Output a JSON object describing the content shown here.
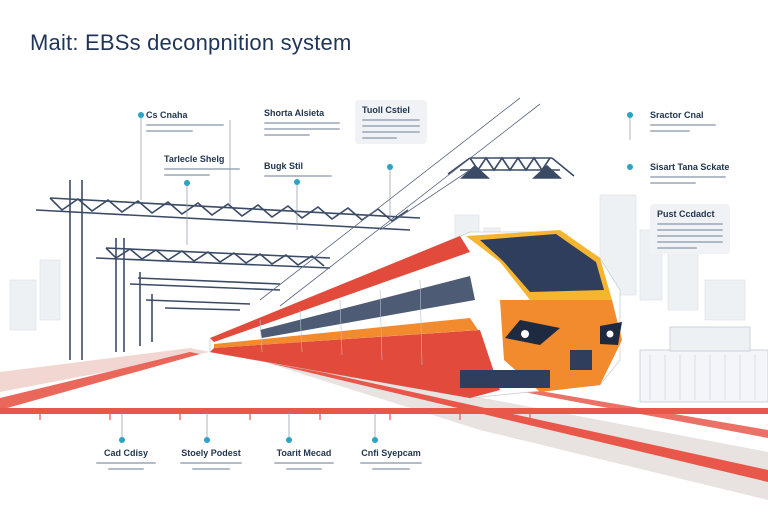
{
  "title": "Mait: EBSs deconpnition system",
  "callouts_top": [
    {
      "id": "c1",
      "head": "Cs Cnaha"
    },
    {
      "id": "c2",
      "head": "Tarlecle Shelg"
    },
    {
      "id": "c3",
      "head": "Shorta Alsieta"
    },
    {
      "id": "c4",
      "head": "Bugk Stil"
    },
    {
      "id": "c5",
      "head": "Tuoll Cstiel"
    },
    {
      "id": "c6",
      "head": "Sractor Cnal"
    },
    {
      "id": "c7",
      "head": "Sisart Tana Sckate"
    },
    {
      "id": "c8",
      "head": "Pust Ccdadct"
    }
  ],
  "callouts_bottom": [
    {
      "id": "b1",
      "head": "Cad Cdisy"
    },
    {
      "id": "b2",
      "head": "Stoely Podest"
    },
    {
      "id": "b3",
      "head": "Toarit Mecad"
    },
    {
      "id": "b4",
      "head": "Cnfi Syepcam"
    }
  ],
  "colors": {
    "title": "#1f3557",
    "train_red": "#e24a3b",
    "train_orange": "#f28a2e",
    "train_yellow": "#f5b531",
    "train_navy": "#2f3e5c",
    "rail_red": "#e8574a",
    "gantry": "#3b4b66",
    "dot": "#2aa3c4"
  }
}
